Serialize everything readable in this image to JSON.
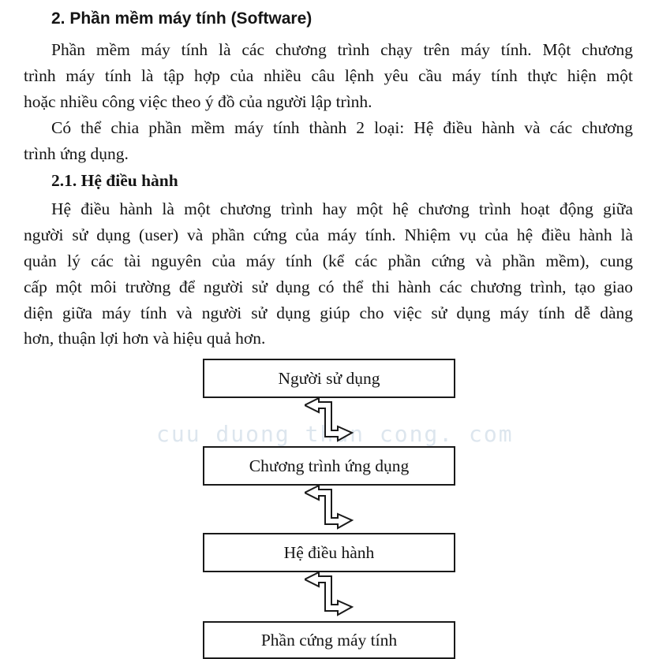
{
  "section": {
    "heading": "2. Phần mềm máy tính (Software)",
    "paragraph1": [
      "Phần mềm máy tính là các chương trình chạy trên máy tính. Một chương",
      "trình máy tính là tập hợp của nhiều câu lệnh yêu cầu máy tính thực hiện một",
      "hoặc nhiều công việc theo ý đồ của người lập trình."
    ],
    "paragraph2": [
      "Có thể chia phần mềm máy tính thành 2 loại: Hệ điều hành và các chương",
      "trình ứng dụng."
    ]
  },
  "subsection": {
    "heading": "2.1. Hệ điều hành",
    "paragraph": [
      "Hệ điều hành là một chương trình hay một hệ chương trình hoạt động giữa",
      "người sử dụng (user) và phần cứng của máy tính. Nhiệm vụ của hệ điều hành là",
      "quản lý các tài nguyên của máy tính (kể các phần cứng và phần mềm), cung",
      "cấp một môi trường để người sử dụng có thể thi hành các chương trình, tạo giao",
      "diện giữa máy tính và người sử dụng giúp cho việc sử dụng máy tính dễ dàng",
      "hơn, thuận lợi hơn và hiệu quả hơn."
    ]
  },
  "diagram": {
    "layers": [
      "Người sử dụng",
      "Chương trình ứng dụng",
      "Hệ điều hành",
      "Phần cứng máy tính"
    ]
  },
  "watermark": "cuu duong than cong. com"
}
